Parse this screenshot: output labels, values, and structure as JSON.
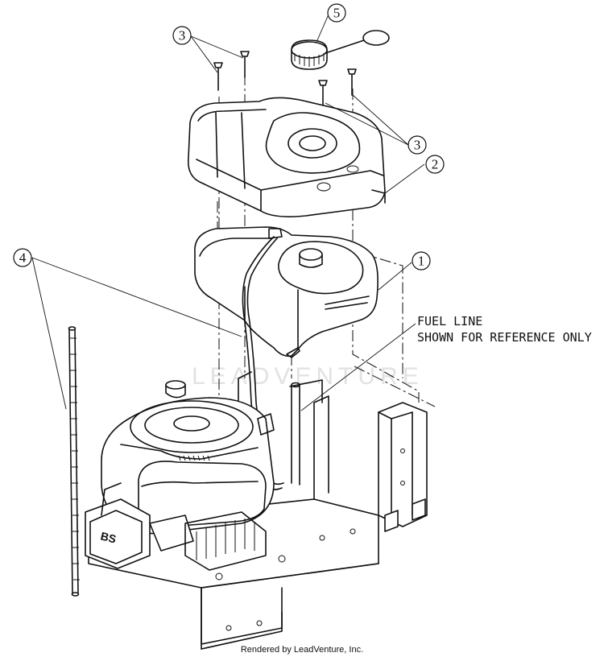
{
  "callouts": {
    "c1": "1",
    "c2": "2",
    "c3a": "3",
    "c3b": "3",
    "c4": "4",
    "c5": "5"
  },
  "note": {
    "line1": "FUEL LINE",
    "line2": "SHOWN FOR REFERENCE ONLY"
  },
  "watermark": "LEADVENTURE",
  "footer": "Rendered by LeadVenture, Inc.",
  "colors": {
    "line": "#111111",
    "watermark": "#e2e2e2",
    "background": "#ffffff"
  }
}
